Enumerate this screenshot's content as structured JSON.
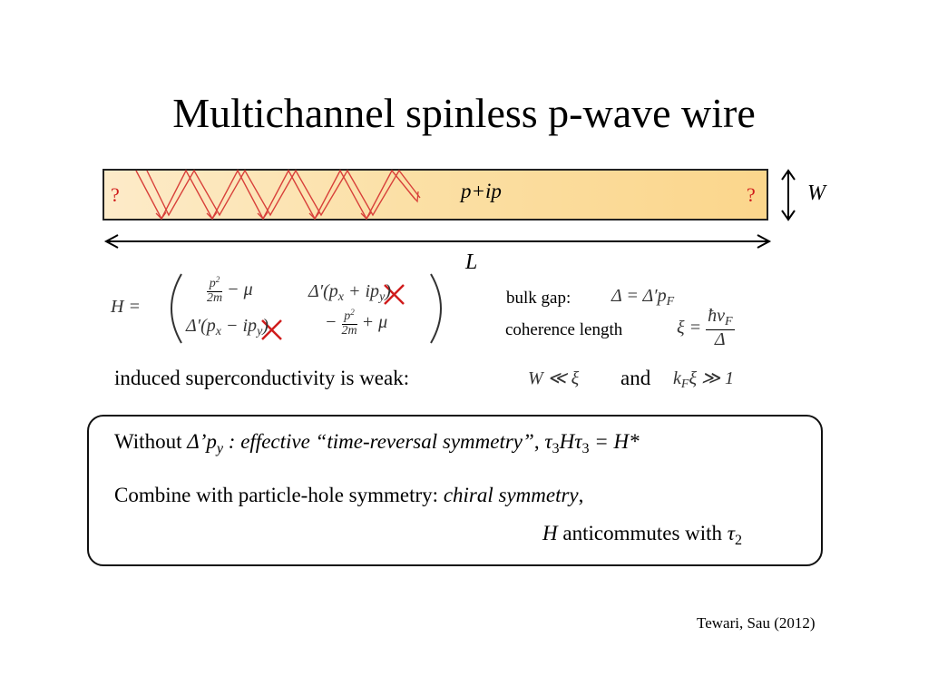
{
  "slide": {
    "title": "Multichannel spinless p-wave wire",
    "citation": "Tewari, Sau (2012)"
  },
  "wire": {
    "label": "p+ip",
    "left_marker": "?",
    "right_marker": "?",
    "width_label": "W",
    "length_label": "L"
  },
  "hamiltonian": {
    "lhs": "H =",
    "m11_num": "p",
    "m11_num_exp": "2",
    "m11_den": "2m",
    "m11_rest": "− μ",
    "m12": "Δ′(p",
    "m12_sub": "x",
    "m12_rest": " + ip",
    "m12_sub2": "y",
    "m21": "Δ′(p",
    "m21_sub": "x",
    "m21_rest": " − ip",
    "m21_sub2": "y",
    "m22_prefix": "−",
    "m22_num": "p",
    "m22_num_exp": "2",
    "m22_den": "2m",
    "m22_rest": "+ μ"
  },
  "gap": {
    "label": "bulk gap:",
    "formula": "Δ = Δ′p",
    "formula_sub": "F",
    "coherence_label": "coherence length",
    "xi_lhs": "ξ =",
    "xi_num": "ħv",
    "xi_num_sub": "F",
    "xi_den": "Δ"
  },
  "condition": {
    "text": "induced superconductivity is weak:",
    "cond1": "W ≪ ξ",
    "and": "and",
    "cond2_k": "k",
    "cond2_sub": "F",
    "cond2_rest": "ξ ≫ 1"
  },
  "box": {
    "line1_prefix": "Without ",
    "line1_delta": "Δ’p",
    "line1_delta_sub": "y",
    "line1_italic": " : effective “time-reversal symmetry”",
    "line1_comma": ",  ",
    "line1_tau_a": "τ",
    "line1_tau_a_sub": "3",
    "line1_h": "H",
    "line1_tau_b": "τ",
    "line1_tau_b_sub": "3",
    "line1_eq": " = H*",
    "line2_prefix": "Combine with particle-hole symmetry: ",
    "line2_italic": "chiral symmetry",
    "line2_comma": ",",
    "line3_h": "H",
    "line3_text": " anticommutes with ",
    "line3_tau": "τ",
    "line3_tau_sub": "2"
  },
  "colors": {
    "accent_red": "#d01c1c",
    "wire_fill_left": "#fdebc9",
    "wire_fill_right": "#fbd68c"
  }
}
